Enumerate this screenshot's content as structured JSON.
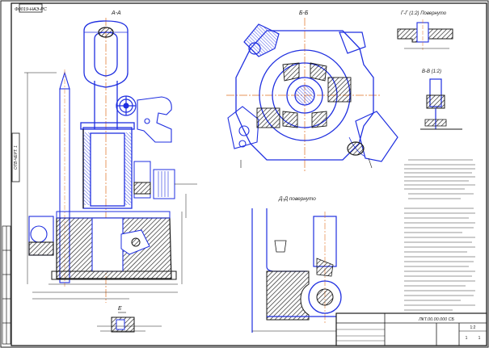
{
  "drawing": {
    "stamp_code": "Ф0019-НАЭ-РС",
    "side_stamp": "ОТВ-ЧЕРТ. 1",
    "colors": {
      "line_blue": "#1f2fe0",
      "line_black": "#1a1a1a",
      "hatch": "#2a2a2a",
      "axis_orange": "#e07020",
      "leader_green": "#2a8a2a"
    }
  },
  "views": {
    "section_aa": {
      "title": "А-А"
    },
    "section_bb": {
      "title": "Б-Б"
    },
    "section_gg": {
      "title": "Г-Г (1:2) Повернуто"
    },
    "section_vv": {
      "title": "В-В (1:2)"
    },
    "view_dd": {
      "title": "Д-Д повернуто"
    },
    "detail_e": {
      "title": "Е"
    }
  },
  "title_block": {
    "designation": "ЛКТ.00.00.000 СБ",
    "sheet": "1",
    "sheets": "1",
    "scale": "1:2"
  }
}
